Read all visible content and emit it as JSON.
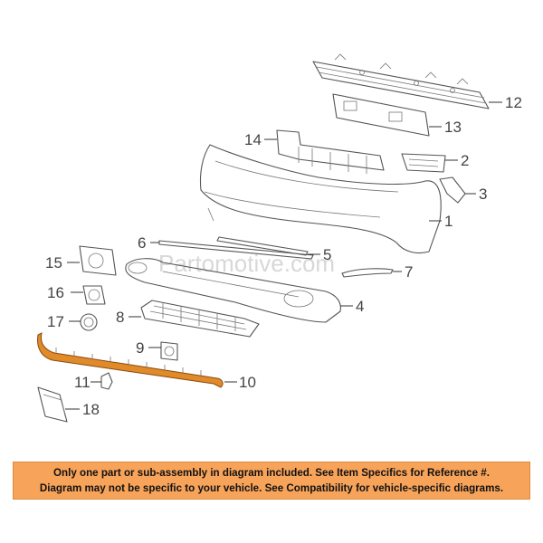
{
  "watermark": "Partomotive.com",
  "callouts": {
    "c1": "1",
    "c2": "2",
    "c3": "3",
    "c4": "4",
    "c5": "5",
    "c6": "6",
    "c7": "7",
    "c8": "8",
    "c9": "9",
    "c10": "10",
    "c11": "11",
    "c12": "12",
    "c13": "13",
    "c14": "14",
    "c15": "15",
    "c16": "16",
    "c17": "17",
    "c18": "18"
  },
  "highlight_color": "#e08a2a",
  "notice": {
    "line1": "Only one part or sub-assembly in diagram included. See Item Specifics for Reference #.",
    "line2": "Diagram may not be specific to your vehicle. See Compatibility for vehicle-specific diagrams.",
    "background": "#f7a35a"
  }
}
